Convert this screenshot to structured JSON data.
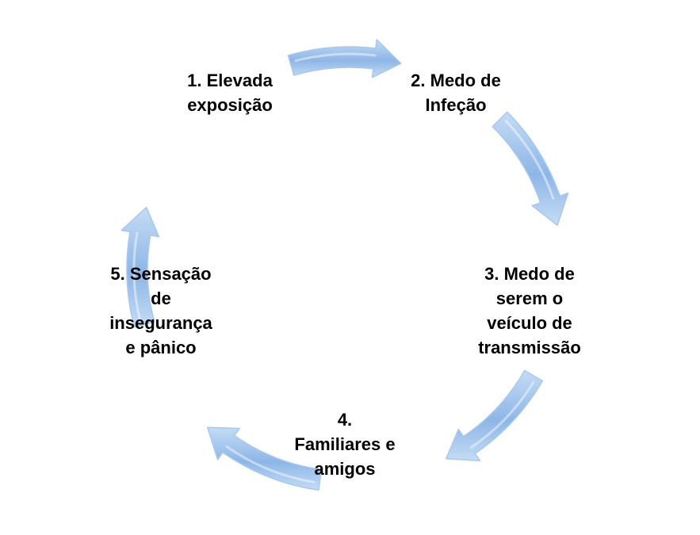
{
  "diagram": {
    "arrow_fill": "#8db6e6",
    "arrow_fill_light": "#c5dcf5",
    "arrow_stroke": "#a9c8ee",
    "nodes": [
      {
        "id": "node-1",
        "label": "1. Elevada\nexposição"
      },
      {
        "id": "node-2",
        "label": "2. Medo de\nInfeção"
      },
      {
        "id": "node-3",
        "label": "3. Medo de\nserem o\nveículo de\ntransmissão"
      },
      {
        "id": "node-4",
        "label": "4.\nFamiliares e\namigos"
      },
      {
        "id": "node-5",
        "label": "5. Sensação\nde\ninsegurança\ne pânico"
      }
    ]
  }
}
